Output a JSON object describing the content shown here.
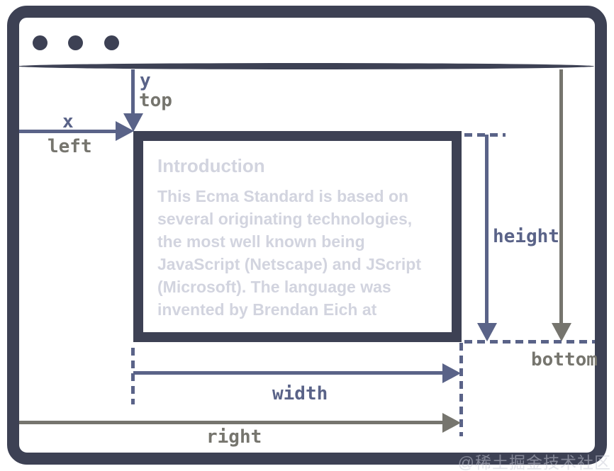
{
  "diagram": {
    "browser": {
      "window_controls_icon": "window-control-dots"
    },
    "element": {
      "heading": "Introduction",
      "lines": [
        "This Ecma Standard is based on",
        "several originating technologies,",
        "the most well known being",
        "JavaScript (Netscape) and JScript",
        "(Microsoft). The language was",
        "invented by Brendan Eich at"
      ]
    },
    "annotations": {
      "y": "y",
      "top": "top",
      "x": "x",
      "left": "left",
      "height": "height",
      "bottom": "bottom",
      "width": "width",
      "right": "right"
    },
    "colors": {
      "frame": "#3d4154",
      "coordinate_accent": "#5a6388",
      "offset_accent": "#76756e",
      "element_text": "#d2d4df"
    },
    "watermark": "@稀土掘金技术社区"
  }
}
